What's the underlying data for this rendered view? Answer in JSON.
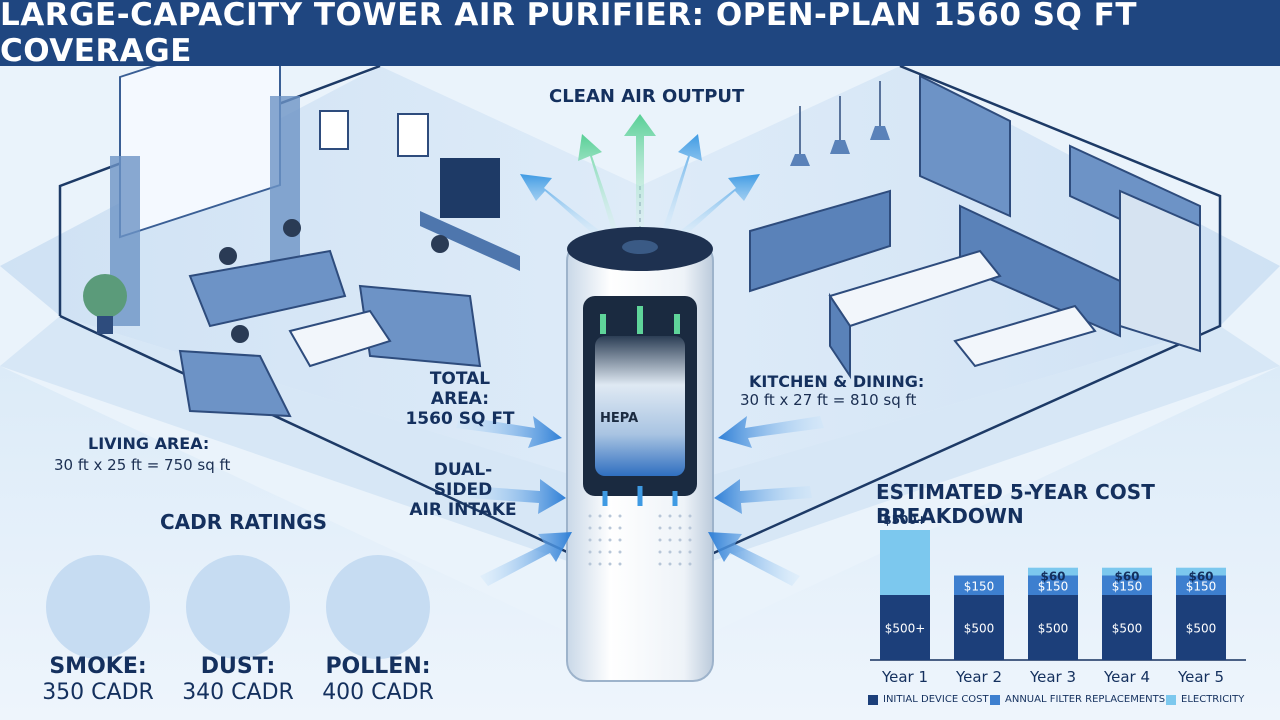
{
  "title": "LARGE-CAPACITY TOWER AIR PURIFIER: OPEN-PLAN 1560 SQ FT COVERAGE",
  "labels": {
    "clean_air_output": "CLEAN AIR OUTPUT",
    "total_area_line1": "TOTAL AREA:",
    "total_area_line2": "1560 SQ FT",
    "dual_intake_line1": "DUAL-SIDED",
    "dual_intake_line2": "AIR INTAKE",
    "living_area": "LIVING AREA:",
    "living_area_calc": "30 ft x 25 ft = 750 sq ft",
    "kitchen_dining": "KITCHEN & DINING:",
    "kitchen_dining_calc": "30 ft x 27 ft = 810 sq ft",
    "hepa": "HEPA"
  },
  "cadr": {
    "title": "CADR RATINGS",
    "items": [
      {
        "name": "SMOKE:",
        "value": "350 CADR",
        "icon": "cigarette-smoke-icon"
      },
      {
        "name": "DUST:",
        "value": "340 CADR",
        "icon": "dust-particles-icon"
      },
      {
        "name": "POLLEN:",
        "value": "400 CADR",
        "icon": "flower-pollen-icon"
      }
    ]
  },
  "chart_data": {
    "type": "bar",
    "stacked": true,
    "title": "ESTIMATED 5-YEAR COST BREAKDOWN",
    "categories": [
      "Year 1",
      "Year 2",
      "Year 3",
      "Year 4",
      "Year 5"
    ],
    "series": [
      {
        "name": "INITIAL DEVICE COST",
        "color": "#1c3f7a",
        "values": [
          500,
          500,
          500,
          500,
          500
        ],
        "labels": [
          "$500+",
          "$500",
          "$500",
          "$500",
          "$500"
        ]
      },
      {
        "name": "ANNUAL FILTER REPLACEMENTS",
        "color": "#3d7fcf",
        "values": [
          0,
          150,
          150,
          150,
          150
        ],
        "labels": [
          "",
          "$150",
          "$150",
          "$150",
          "$150"
        ]
      },
      {
        "name": "ELECTRICITY",
        "color": "#7cc8ee",
        "values": [
          500,
          0,
          60,
          60,
          60
        ],
        "labels": [
          "$500+",
          "",
          "$60",
          "$60",
          "$60"
        ]
      }
    ],
    "ylim": [
      0,
      1000
    ],
    "legend": "bottom"
  },
  "colors": {
    "banner": "#1f4680",
    "text_dark": "#14305e",
    "arrow_blue": "#2f7fd6",
    "arrow_green": "#5fd49a"
  }
}
